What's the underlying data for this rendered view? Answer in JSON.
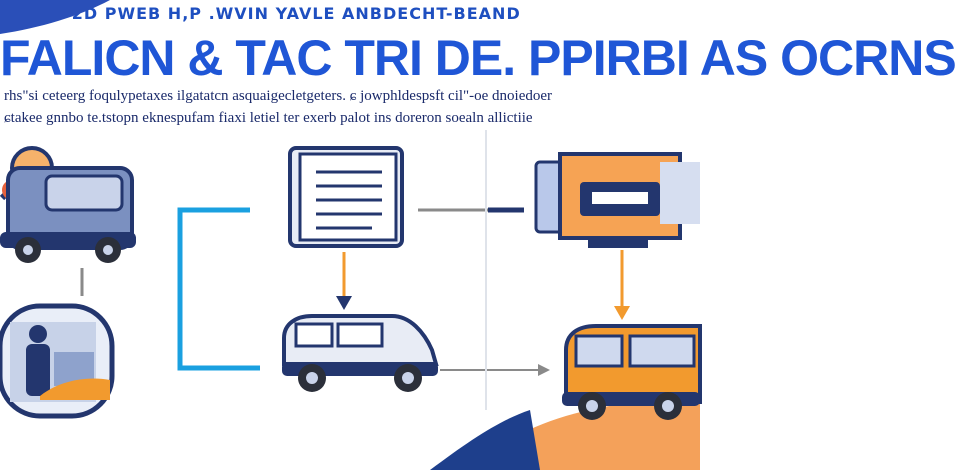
{
  "header": {
    "top_line": "ᵋ 2D PWEB H,P .WVIN YAVLE ANBDECHT-BEAND",
    "title": "FALICN & TAC TRI DE. PPIRBI AS OCRNS",
    "subtitle_line1": "rhs\"si ceteerg foqulypetaxes ilgatatcn asquaigecletgeters. ɕ jowphldespsft cil\"-oe dnoiedoer",
    "subtitle_line2": "ɕtakee gnnbo te.tstopn eknespufam fiaxi letiel ter exerb palot ins doreron soealn allictiie"
  },
  "colors": {
    "title_blue": "#1f56d6",
    "accent_cyan": "#1aa0e0",
    "navy": "#23366e",
    "orange": "#f29a2e",
    "arrow_gray": "#8a8a8a"
  },
  "icons": [
    "magnifier-icon",
    "van-icon",
    "checklist-icon",
    "minivan-icon",
    "computer-monitor-icon",
    "worker-icon",
    "minibus-icon"
  ]
}
